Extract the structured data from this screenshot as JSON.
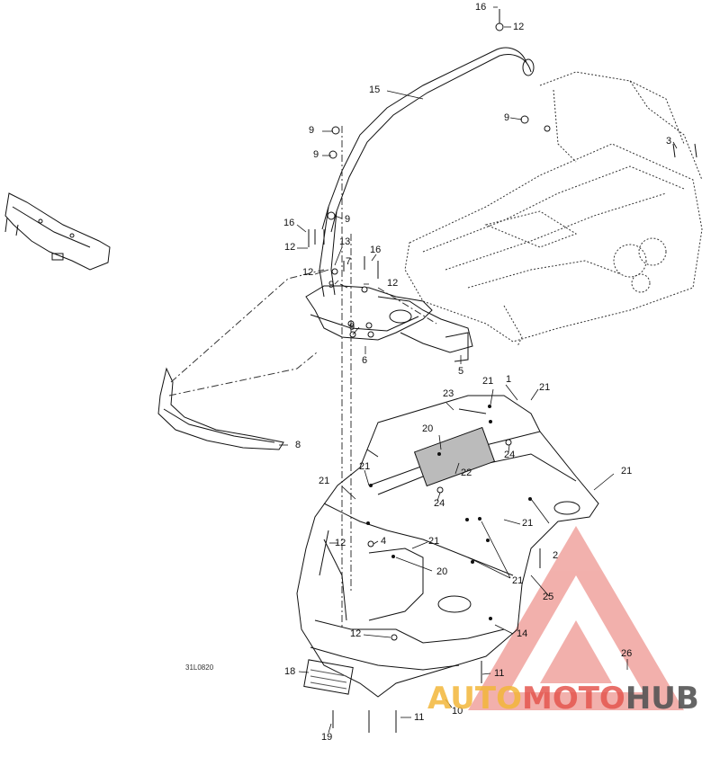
{
  "diagram": {
    "drawing_code": "31L0820",
    "callouts": [
      {
        "id": "c16a",
        "text": "16"
      },
      {
        "id": "c12a",
        "text": "12"
      },
      {
        "id": "c15",
        "text": "15"
      },
      {
        "id": "c9a",
        "text": "9"
      },
      {
        "id": "c9b",
        "text": "9"
      },
      {
        "id": "c9c",
        "text": "9"
      },
      {
        "id": "c3",
        "text": "3"
      },
      {
        "id": "c9d",
        "text": "9"
      },
      {
        "id": "c16b",
        "text": "16"
      },
      {
        "id": "c12b",
        "text": "12"
      },
      {
        "id": "c13",
        "text": "13"
      },
      {
        "id": "c12c",
        "text": "12"
      },
      {
        "id": "c7",
        "text": "7"
      },
      {
        "id": "c16c",
        "text": "16"
      },
      {
        "id": "c12d",
        "text": "12"
      },
      {
        "id": "c9e",
        "text": "9"
      },
      {
        "id": "c9f",
        "text": "9"
      },
      {
        "id": "c6",
        "text": "6"
      },
      {
        "id": "c5",
        "text": "5"
      },
      {
        "id": "c8",
        "text": "8"
      },
      {
        "id": "c23",
        "text": "23"
      },
      {
        "id": "c21a",
        "text": "21"
      },
      {
        "id": "c1",
        "text": "1"
      },
      {
        "id": "c21b",
        "text": "21"
      },
      {
        "id": "c20a",
        "text": "20"
      },
      {
        "id": "c24a",
        "text": "24"
      },
      {
        "id": "c21c",
        "text": "21"
      },
      {
        "id": "c22",
        "text": "22"
      },
      {
        "id": "c21d",
        "text": "21"
      },
      {
        "id": "c21e",
        "text": "21"
      },
      {
        "id": "c24b",
        "text": "24"
      },
      {
        "id": "c21f",
        "text": "21"
      },
      {
        "id": "c12e",
        "text": "12"
      },
      {
        "id": "c4",
        "text": "4"
      },
      {
        "id": "c21g",
        "text": "21"
      },
      {
        "id": "c2",
        "text": "2"
      },
      {
        "id": "c20b",
        "text": "20"
      },
      {
        "id": "c21h",
        "text": "21"
      },
      {
        "id": "c25",
        "text": "25"
      },
      {
        "id": "c12f",
        "text": "12"
      },
      {
        "id": "c14",
        "text": "14"
      },
      {
        "id": "c26",
        "text": "26"
      },
      {
        "id": "c18",
        "text": "18"
      },
      {
        "id": "c11a",
        "text": "11"
      },
      {
        "id": "c10",
        "text": "10"
      },
      {
        "id": "c11b",
        "text": "11"
      },
      {
        "id": "c19",
        "text": "19"
      }
    ]
  },
  "watermark": {
    "part1": "AUTO",
    "part2": "MOTO",
    "part3": "HUB",
    "color1": "#f3b73a",
    "color2": "#e5564f",
    "color3": "#555555"
  }
}
